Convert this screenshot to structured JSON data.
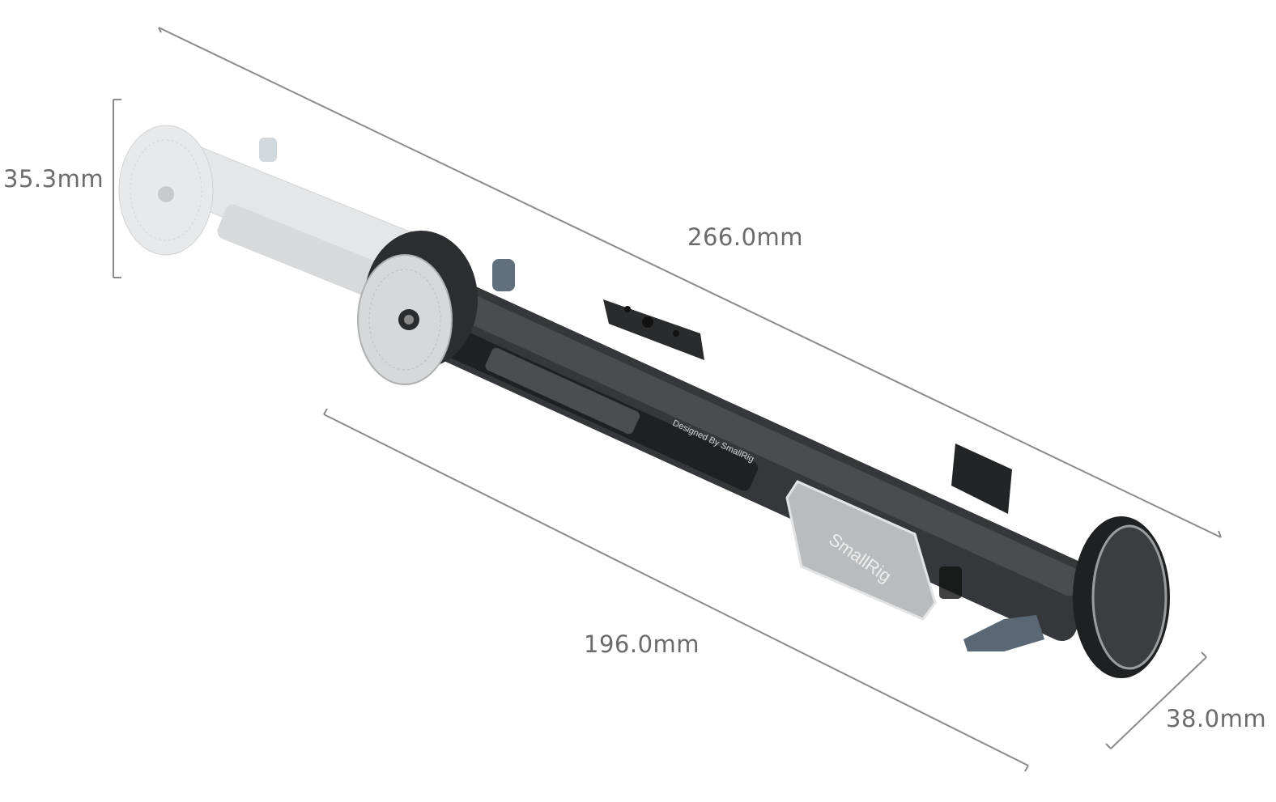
{
  "dimensions": {
    "height": "35.3mm",
    "total_length": "266.0mm",
    "retracted_length": "196.0mm",
    "width": "38.0mm"
  },
  "logos": {
    "plate_logo": "SmallRig",
    "engraving": "Designed By SmallRig"
  },
  "colors": {
    "dimension_line": "#8a8a8a",
    "dimension_text": "#6b6b6b",
    "body": "#2e2f31",
    "ghost_arm": "#d9dadb",
    "plate": "#b9bbbd"
  }
}
